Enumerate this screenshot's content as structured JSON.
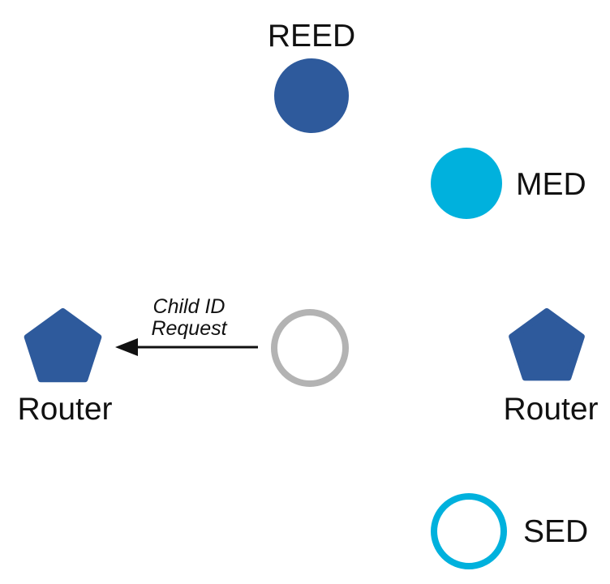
{
  "figure": {
    "background": "#ffffff",
    "text_color": "#111111",
    "nodes": {
      "reed": {
        "label": "REED",
        "shape": "filled-circle",
        "color": "#2e5a9c"
      },
      "med": {
        "label": "MED",
        "shape": "filled-circle",
        "color": "#00b1dd"
      },
      "router_left": {
        "label": "Router",
        "shape": "pentagon",
        "color": "#2e5a9c"
      },
      "child": {
        "shape": "outline-circle",
        "color": "#b3b3b3"
      },
      "router_right": {
        "label": "Router",
        "shape": "pentagon",
        "color": "#2e5a9c"
      },
      "sed": {
        "label": "SED",
        "shape": "outline-circle",
        "color": "#00b1dd"
      }
    },
    "message": {
      "line1": "Child ID",
      "line2": "Request",
      "arrow_color": "#111111",
      "direction": "child-to-left-router"
    }
  }
}
